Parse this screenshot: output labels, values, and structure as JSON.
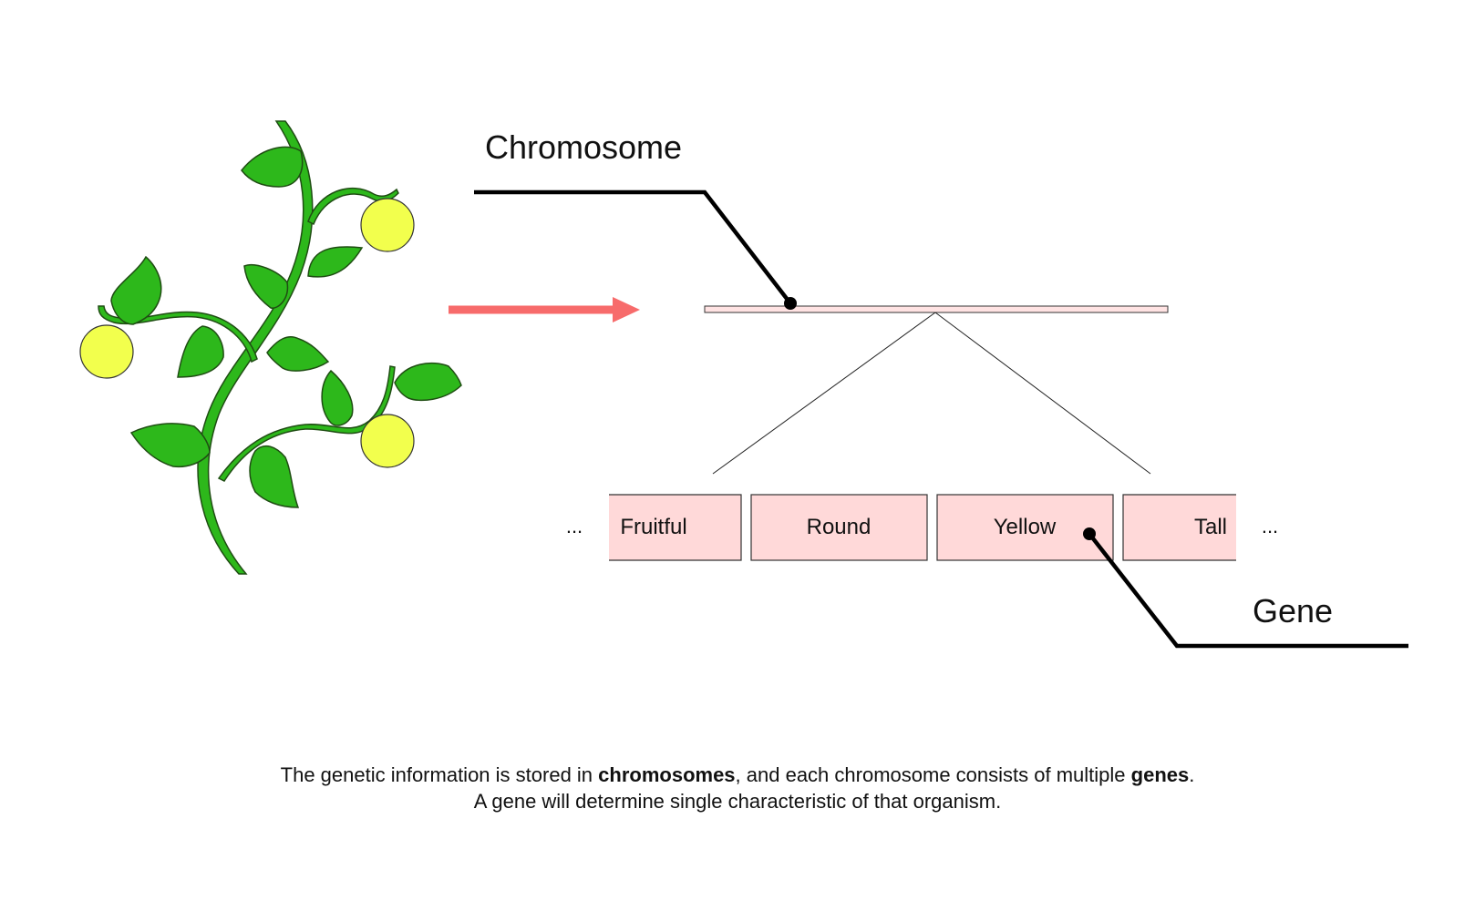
{
  "labels": {
    "chromosome": "Chromosome",
    "gene": "Gene"
  },
  "genes": {
    "ellipsis_left": "...",
    "items": [
      "Fruitful",
      "Round",
      "Yellow",
      "Tall"
    ],
    "ellipsis_right": "..."
  },
  "caption": {
    "line1_part1": "The genetic information is stored in ",
    "line1_bold1": "chromosomes",
    "line1_part2": ", and each chromosome consists of multiple ",
    "line1_bold2": "genes",
    "line1_part3": ".",
    "line2": "A gene will determine single characteristic of that organism."
  },
  "colors": {
    "leaf": "#2db81b",
    "leaf_stroke": "#1f4d13",
    "fruit": "#f2ff4d",
    "arrow": "#f76b6b",
    "gene_fill": "#ffd9d9",
    "chromosome_fill": "#ffe3e3"
  },
  "icons": {
    "plant": "plant-illustration",
    "arrow": "right-arrow-icon"
  }
}
